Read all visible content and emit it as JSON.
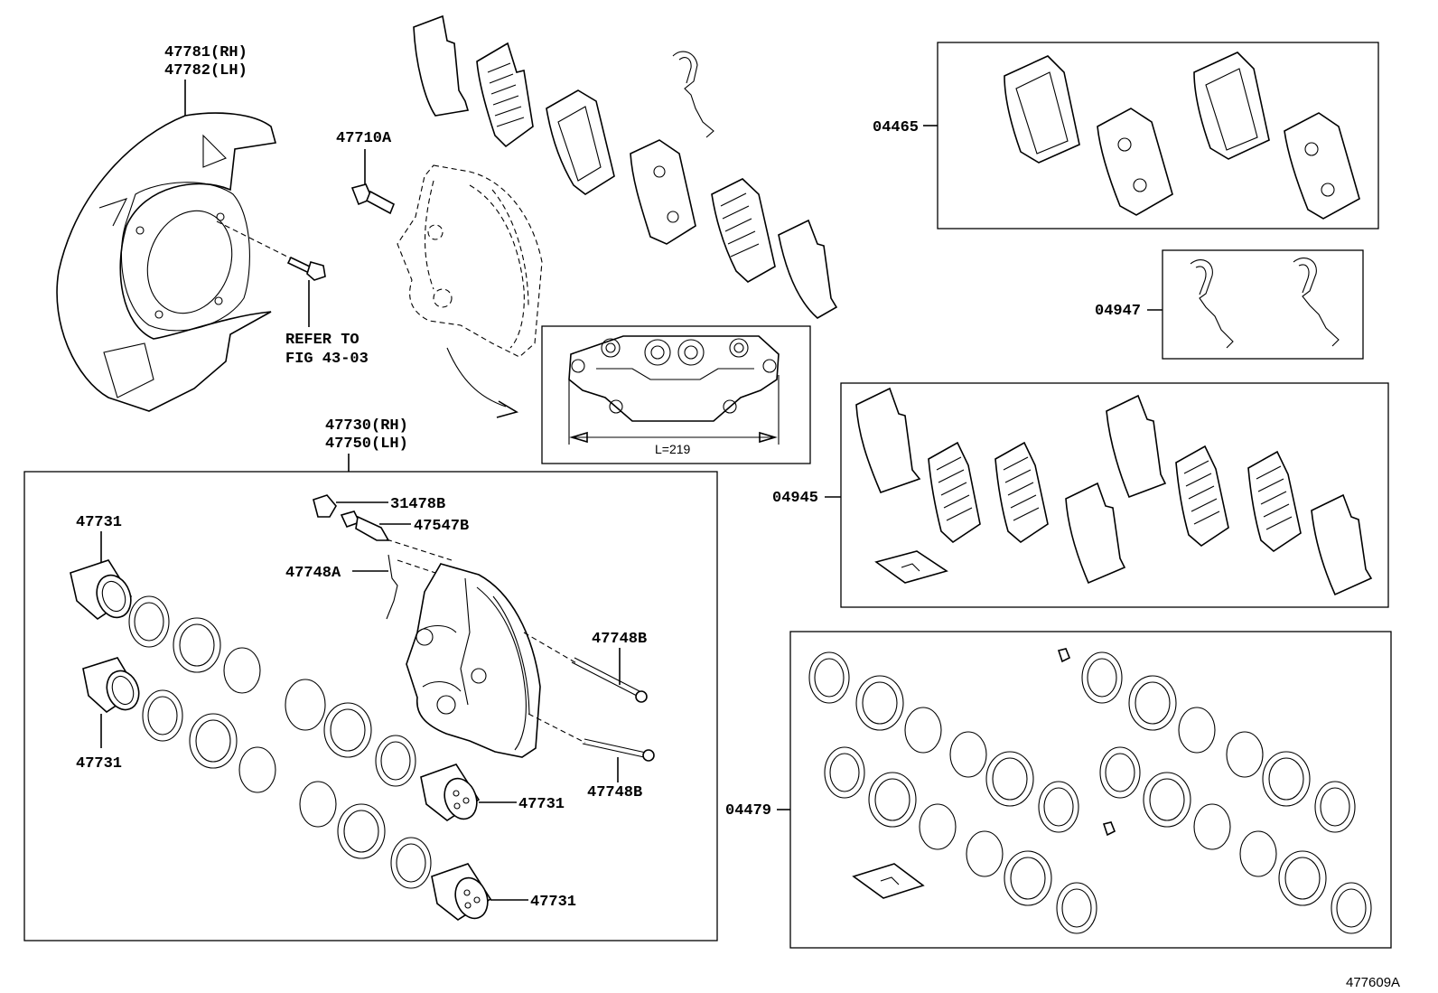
{
  "labels": {
    "shield_rh": "47781(RH)",
    "shield_lh": "47782(LH)",
    "bolt": "47710A",
    "refer_to": "REFER TO",
    "refer_fig": "FIG 43-03",
    "caliper_rh": "47730(RH)",
    "caliper_lh": "47750(LH)",
    "bleeder_cap": "31478B",
    "bleeder_plug": "47547B",
    "clip": "47748A",
    "pin_upper": "47748B",
    "pin_lower": "47748B",
    "piston_1": "47731",
    "piston_2": "47731",
    "piston_3": "47731",
    "piston_4": "47731",
    "pad_kit": "04465",
    "spring_kit": "04947",
    "shim_kit": "04945",
    "cylinder_kit": "04479",
    "dimension": "L=219",
    "figure_id": "477609A"
  },
  "icons": [
    "disc-shield-icon",
    "brake-caliper-icon",
    "brake-pad-icon",
    "anti-squeal-shim-icon",
    "pad-spring-icon",
    "piston-icon",
    "piston-seal-icon",
    "dust-boot-icon",
    "slide-pin-icon",
    "bolt-icon",
    "grease-packet-icon"
  ]
}
